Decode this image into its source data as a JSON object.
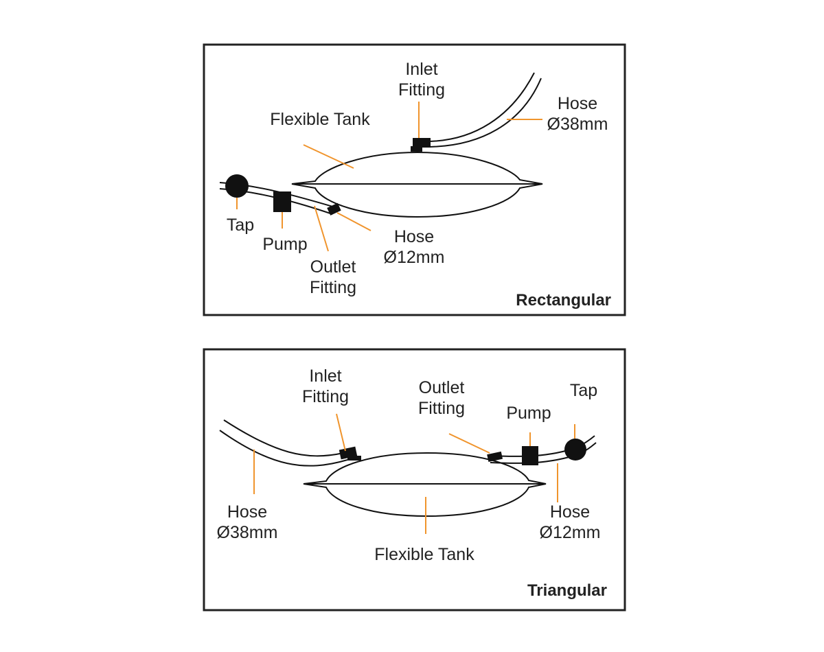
{
  "colors": {
    "leader": "#f0942c",
    "ink": "#111111",
    "frame": "#222222"
  },
  "panels": {
    "rectangular": {
      "title": "Rectangular",
      "labels": {
        "inlet_line1": "Inlet",
        "inlet_line2": "Fitting",
        "tank": "Flexible Tank",
        "hose_large_line1": "Hose",
        "hose_large_line2": "Ø38mm",
        "tap": "Tap",
        "pump": "Pump",
        "outlet_line1": "Outlet",
        "outlet_line2": "Fitting",
        "hose_small_line1": "Hose",
        "hose_small_line2": "Ø12mm"
      }
    },
    "triangular": {
      "title": "Triangular",
      "labels": {
        "inlet_line1": "Inlet",
        "inlet_line2": "Fitting",
        "outlet_line1": "Outlet",
        "outlet_line2": "Fitting",
        "tap": "Tap",
        "pump": "Pump",
        "hose_large_line1": "Hose",
        "hose_large_line2": "Ø38mm",
        "tank": "Flexible Tank",
        "hose_small_line1": "Hose",
        "hose_small_line2": "Ø12mm"
      }
    }
  }
}
